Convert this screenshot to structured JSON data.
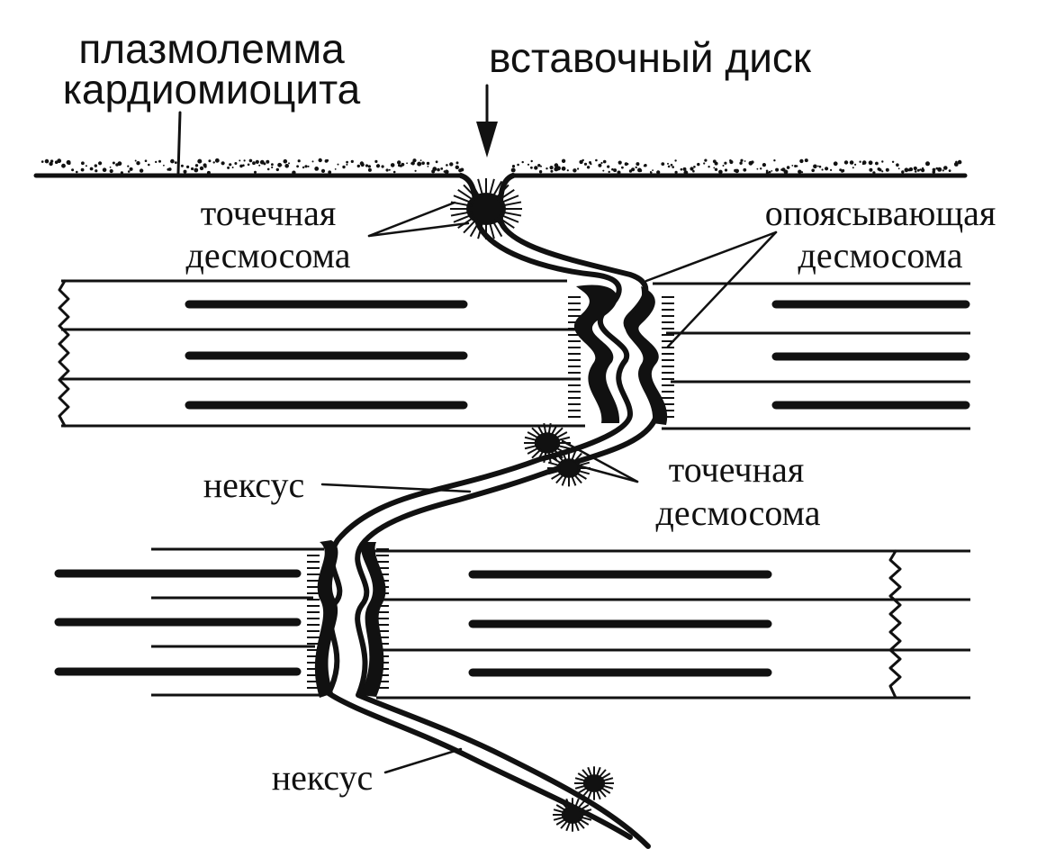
{
  "labels": {
    "plasmalemma_line1": "плазмолемма",
    "plasmalemma_line2": "кардиомиоцита",
    "intercalated_disc": "вставочный диск",
    "spot_desmosome_top_line1": "точечная",
    "spot_desmosome_top_line2": "десмосома",
    "belt_desmosome_line1": "опоясывающая",
    "belt_desmosome_line2": "десмосома",
    "nexus_middle": "нексус",
    "spot_desmosome_mid_line1": "точечная",
    "spot_desmosome_mid_line2": "десмосома",
    "nexus_bottom": "нексус"
  },
  "colors": {
    "ink": "#111111",
    "background": "#ffffff"
  }
}
